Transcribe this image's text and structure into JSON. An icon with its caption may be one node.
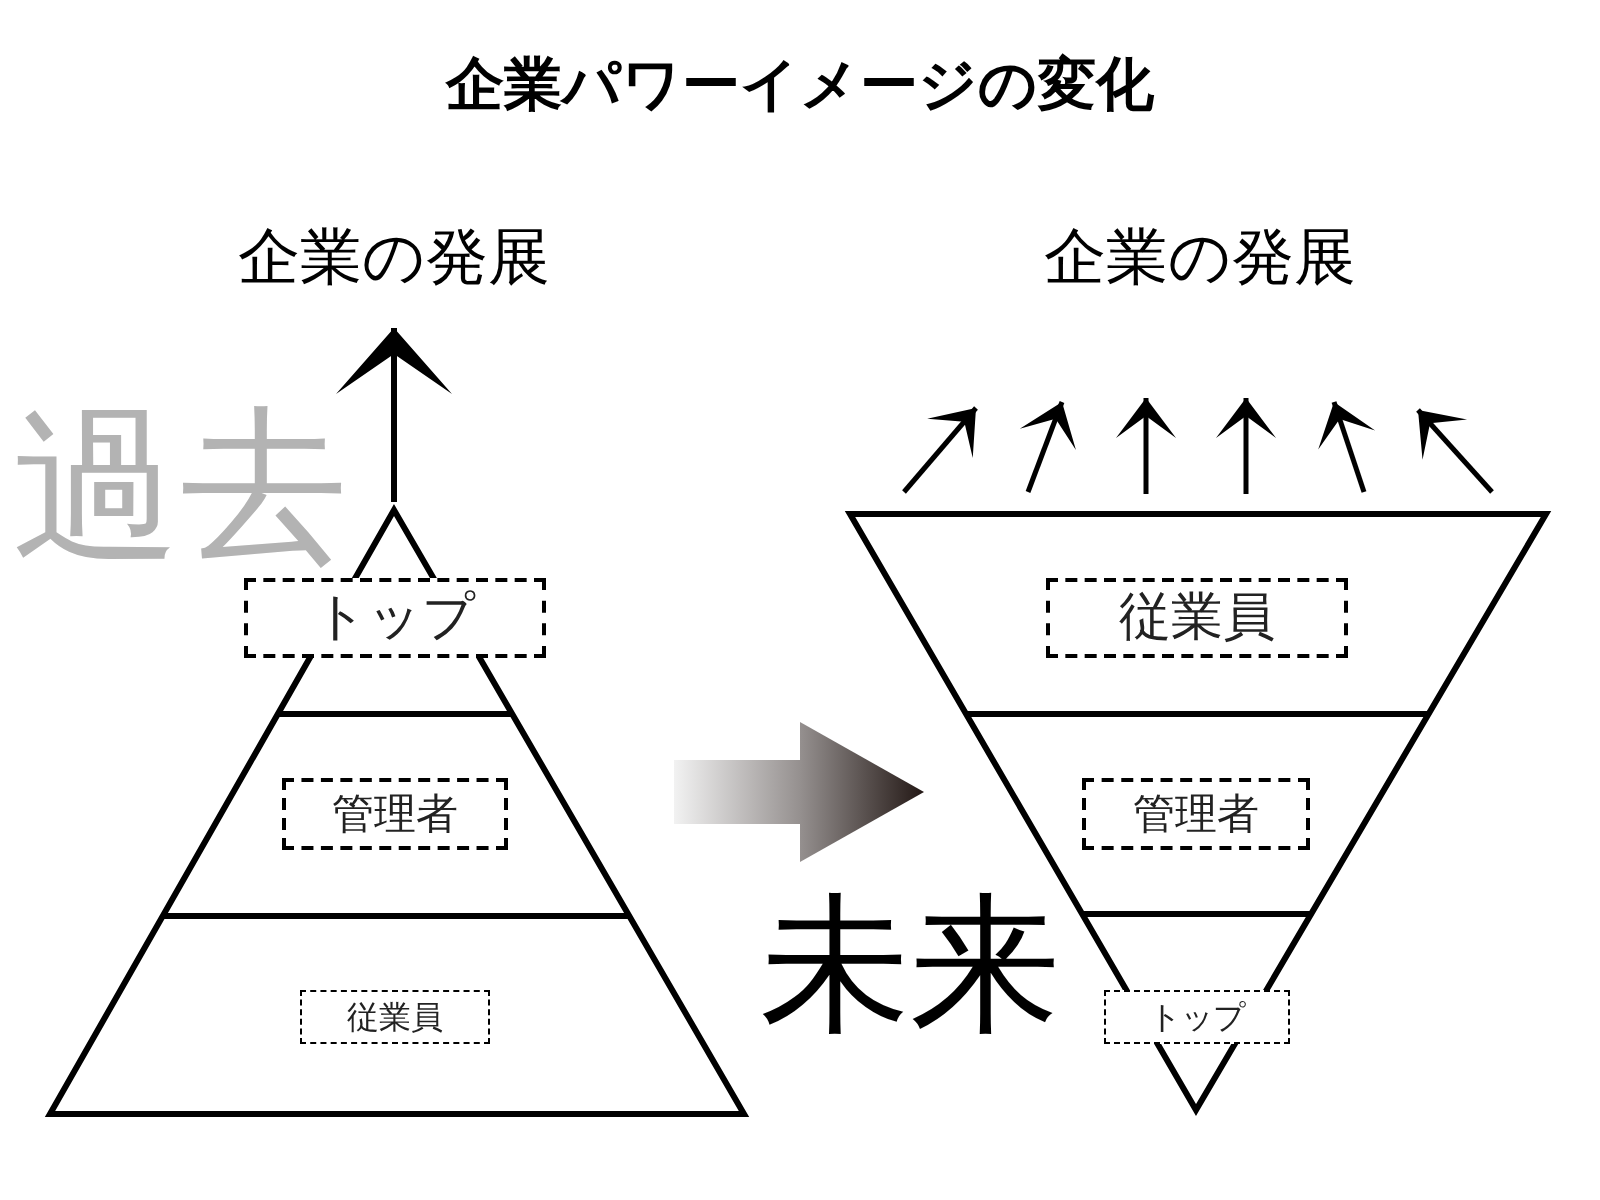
{
  "diagram": {
    "title": "企業パワーイメージの変化",
    "nodes": [
      {
        "text": [
          "企業の発展"
        ]
      },
      {
        "text": [],
        "shape": "triangle"
      },
      {
        "text": [
          "トップ"
        ],
        "in": 1
      },
      {
        "text": [
          "管理者"
        ],
        "in": 1
      },
      {
        "text": [
          "従業員"
        ],
        "in": 1
      },
      {
        "text": [
          "企業の発展"
        ]
      },
      {
        "text": [],
        "shape": "triangle"
      },
      {
        "text": [
          "従業員"
        ],
        "in": 6
      },
      {
        "text": [
          "管理者"
        ],
        "in": 6
      },
      {
        "text": [
          "トップ"
        ],
        "in": 6
      }
    ],
    "edges": [
      {
        "from": 1,
        "to": 0,
        "arrow": "to"
      },
      {
        "from": 1,
        "to": 6,
        "arrow": "to",
        "style": "thick",
        "color": "#231815"
      },
      {
        "from": 6,
        "to": null,
        "arrow": "to"
      },
      {
        "from": 6,
        "to": null,
        "arrow": "to"
      },
      {
        "from": 6,
        "to": null,
        "arrow": "to"
      },
      {
        "from": 6,
        "to": null,
        "arrow": "to"
      },
      {
        "from": 6,
        "to": null,
        "arrow": "to"
      },
      {
        "from": 6,
        "to": null,
        "arrow": "to"
      }
    ],
    "labels": [
      "過去",
      "未来"
    ]
  }
}
